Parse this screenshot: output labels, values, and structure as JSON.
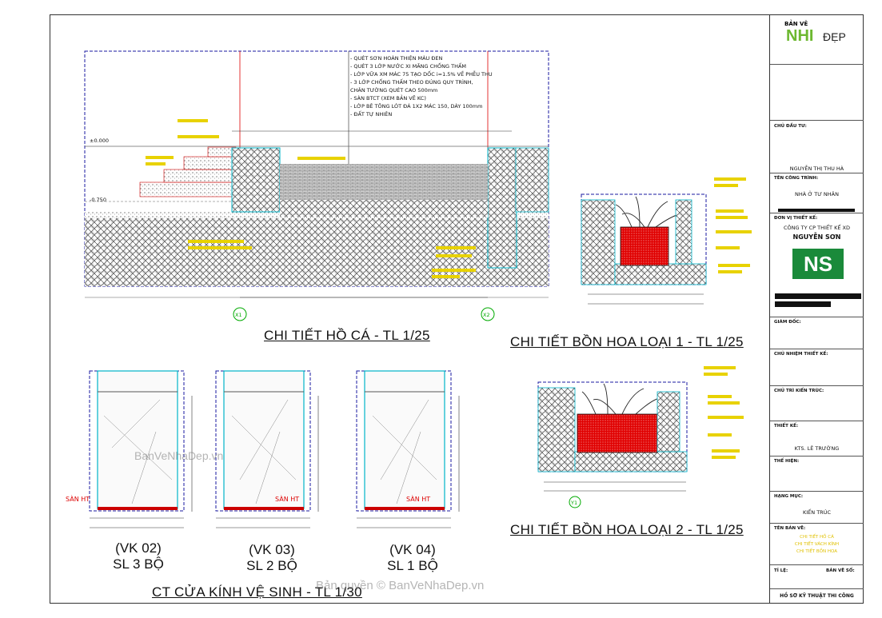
{
  "drawings": {
    "fish_pond": {
      "title": "CHI TIẾT HỒ CÁ - TL 1/25",
      "notes": [
        "- QUÉT SƠN HOÀN THIỆN MÀU ĐEN",
        "- QUÉT 3 LỚP NƯỚC XI MĂNG CHỐNG THẤM",
        "- LỚP VỮA XM MÁC 75 TẠO DỐC i=1.5% VỀ PHỄU THU",
        "- 3 LỚP CHỐNG THẤM THEO ĐÚNG QUY TRÌNH,",
        "   CHÂN TƯỜNG QUÉT CAO 500mm",
        "- SÀN BTCT (XEM BẢN VẼ KC)",
        "- LỚP BÊ TÔNG LÓT ĐÁ 1X2 MÁC 150, DÀY 100mm",
        "- ĐẤT TỰ NHIÊN"
      ],
      "level_top": "±0.000",
      "level_bottom": "-0.750",
      "axis_left": "X1",
      "axis_right": "X2"
    },
    "planter_1": {
      "title": "CHI TIẾT BỒN HOA LOẠI 1 - TL 1/25"
    },
    "planter_2": {
      "title": "CHI TIẾT BỒN HOA LOẠI 2 - TL 1/25",
      "axis": "Y1"
    },
    "glass_doors": {
      "title": "CT CỬA KÍNH VỆ SINH - TL 1/30",
      "floor_label": "SÀN HT",
      "doors": [
        {
          "code": "(VK 02)",
          "qty": "SL 3 BỘ"
        },
        {
          "code": "(VK 03)",
          "qty": "SL 2 BỘ"
        },
        {
          "code": "(VK 04)",
          "qty": "SL 1 BỘ"
        }
      ]
    }
  },
  "title_block": {
    "logo_top": "BẢN VẼ",
    "logo_nhi": "NHI",
    "logo_dep": "ĐẸP",
    "owner_label": "CHỦ ĐẦU TƯ:",
    "owner_name": "NGUYỄN THỊ THU HÀ",
    "project_label": "TÊN CÔNG TRÌNH:",
    "project_name": "NHÀ Ở TƯ NHÂN",
    "designer_label": "ĐƠN VỊ THIẾT KẾ:",
    "company_1": "CÔNG TY CP THIẾT KẾ XD",
    "company_2": "NGUYỄN SƠN",
    "director_label": "GIÁM ĐỐC:",
    "chief_label": "CHỦ NHIỆM THIẾT KẾ:",
    "lead_label": "CHỦ TRÌ KIẾN TRÚC:",
    "design_label": "THIẾT KẾ:",
    "design_name": "KTS. LÊ TRƯỜNG",
    "draw_label": "THỂ HIỆN:",
    "category_label": "HẠNG MỤC:",
    "category_name": "KIẾN TRÚC",
    "sheet_label": "TÊN BẢN VẼ:",
    "sheet_names": [
      "CHI TIẾT HỒ CÁ",
      "CHI TIẾT VÁCH KÍNH",
      "CHI TIẾT BỒN HOA"
    ],
    "scale_label": "TỈ LỆ:",
    "number_label": "BẢN VẼ SỐ:",
    "footer": "HỒ SƠ KỸ THUẬT THI CÔNG"
  },
  "watermarks": {
    "left": "BanVeNhaDep.vn",
    "bottom": "Bản quyền © BanVeNhaDep.vn"
  },
  "colors": {
    "accent_red": "#e00000",
    "hatch_blue": "#1a1aa0",
    "cyan": "#00b4c8",
    "yellow": "#e8d200"
  }
}
